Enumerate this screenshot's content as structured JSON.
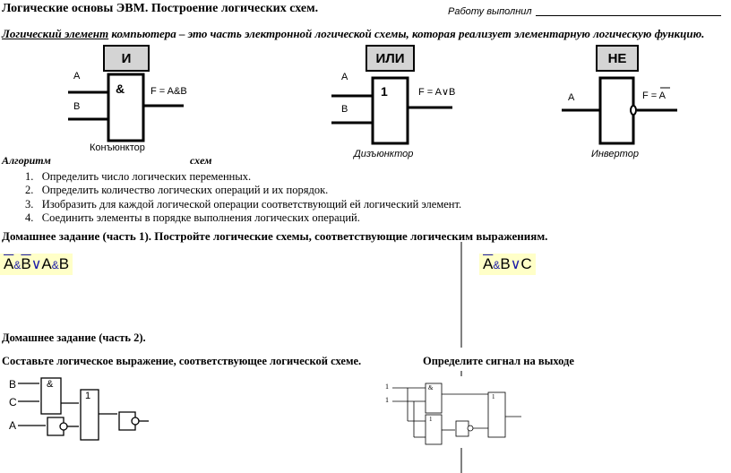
{
  "header": {
    "title": "Логические основы ЭВМ. Построение логических схем.",
    "work_done_by": "Работу выполнил"
  },
  "definition": {
    "term": "Логический элемент",
    "rest": " компьютера – это часть электронной логической схемы, которая реализует элементарную логическую функцию."
  },
  "gates": [
    {
      "name": "И",
      "symbol": "&",
      "a": "A",
      "b": "B",
      "formula": "F = A&B",
      "caption": "Конъюнктор"
    },
    {
      "name": "ИЛИ",
      "symbol": "1",
      "a": "A",
      "b": "B",
      "formula": "F = A∨B",
      "caption": "Дизъюнктор"
    },
    {
      "name": "НЕ",
      "a": "A",
      "formula_prefix": "F = ",
      "formula_var": "A",
      "caption": "Инвертор"
    }
  ],
  "algorithm": {
    "start": "Алгоритм",
    "end": "схем",
    "steps": [
      "Определить число логических переменных.",
      "Определить количество логических операций и их порядок.",
      "Изобразить для каждой логической операции соответствующий ей логический элемент.",
      "Соединить элементы в порядке выполнения логических операций."
    ]
  },
  "hw1": {
    "heading": "Домашнее задание (часть 1). Постройте логические схемы, соответствующие логическим выражениям.",
    "expr1": [
      "A",
      "&",
      "B",
      "∨",
      "A",
      "&",
      "B"
    ],
    "expr2": [
      "A",
      "&",
      "B",
      "∨",
      "C"
    ]
  },
  "hw2": {
    "heading": "Домашнее задание (часть 2).",
    "task_left": "Составьте  логическое выражение, соответствующее логической схеме.",
    "task_right": "Определите сигнал на выходе",
    "left_inputs": [
      "B",
      "C",
      "A"
    ],
    "and_symbol": "&",
    "or_symbol": "1",
    "right_inputs": [
      "1",
      "1"
    ]
  }
}
